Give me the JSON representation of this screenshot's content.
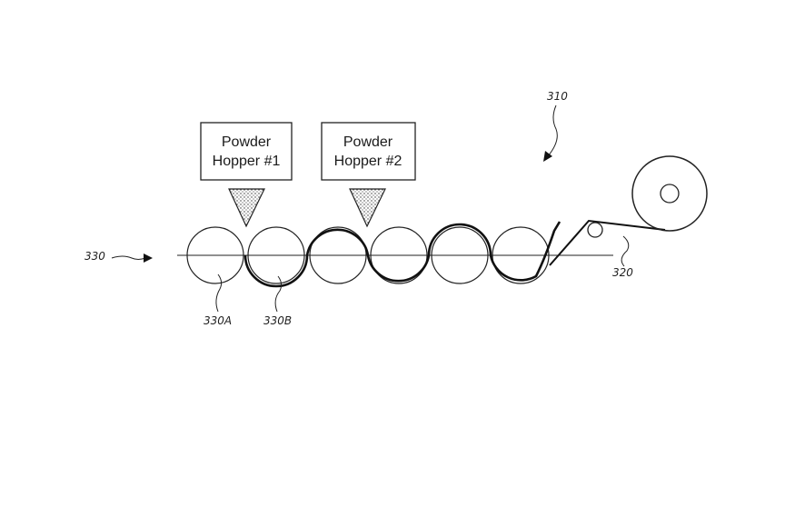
{
  "hoppers": [
    {
      "line1": "Powder",
      "line2": "Hopper #1"
    },
    {
      "line1": "Powder",
      "line2": "Hopper #2"
    }
  ],
  "labels": {
    "system": "310",
    "web": "320",
    "conveyor": "330",
    "roller_a": "330A",
    "roller_b": "330B"
  }
}
